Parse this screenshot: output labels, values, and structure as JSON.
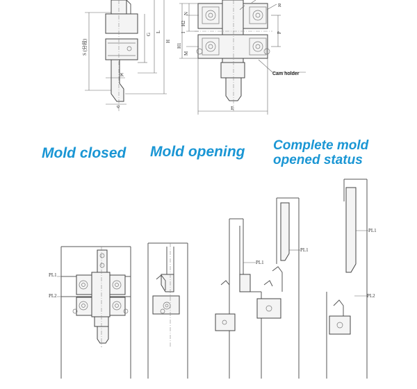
{
  "diagram": {
    "cam_holder_label": "Cam holder",
    "dimension_labels": {
      "S": "S (分段)",
      "G": "G",
      "L": "L",
      "H": "H",
      "K": "K",
      "phi": "φ",
      "N": "N",
      "H2": "H2",
      "I": "I",
      "H1": "H1",
      "M": "M",
      "P": "P",
      "R": "R",
      "E": "E"
    }
  },
  "headings": {
    "mold_closed": "Mold closed",
    "mold_opening": "Mold opening",
    "complete_line1": "Complete mold",
    "complete_line2": "opened status"
  },
  "parting_lines": {
    "pl1": "PL1",
    "pl2": "PL2"
  },
  "colors": {
    "heading": "#1a96d4",
    "line": "#555555"
  }
}
